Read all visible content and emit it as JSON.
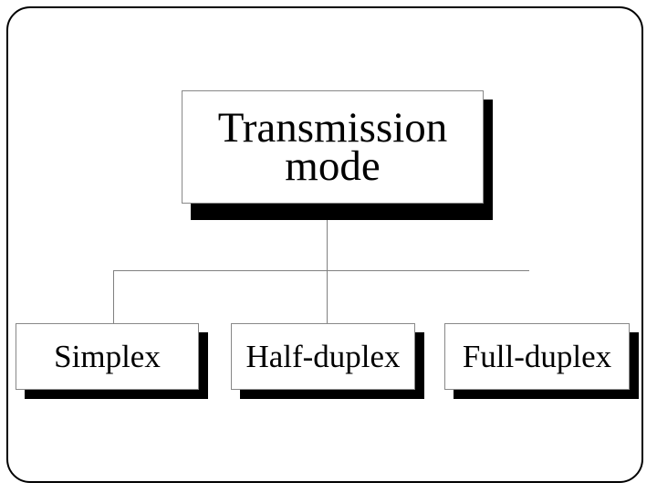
{
  "diagram": {
    "root": {
      "line_1": "Transmission",
      "line_2": "mode"
    },
    "children": [
      {
        "label": "Simplex"
      },
      {
        "label": "Half-duplex"
      },
      {
        "label": "Full-duplex"
      }
    ]
  },
  "colors": {
    "box_fill": "#ffffff",
    "shadow": "#000000",
    "connector": "#808080",
    "text": "#000000"
  }
}
